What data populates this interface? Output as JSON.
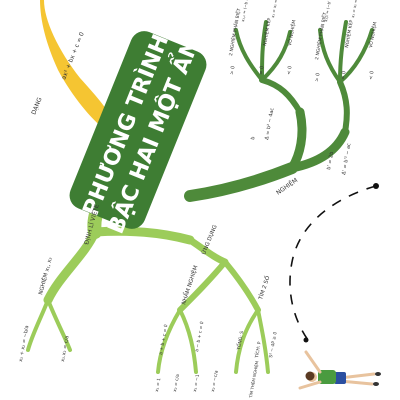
{
  "colors": {
    "title_bg": "#3e7d33",
    "dark_green": "#4e8a3a",
    "mid_green": "#7eb843",
    "light_green": "#b9dc7a",
    "yellow": "#f5c532",
    "text": "#333333"
  },
  "title": {
    "line1": "PHƯƠNG TRÌNH",
    "line2": "BẬC HAI MỘT ẨN"
  },
  "dang": {
    "label": "DẠNG",
    "formula": "ax² + bx + c = 0"
  },
  "nghiem": {
    "label": "NGHIỆM",
    "delta_formula": "Δ = b² − 4ac",
    "delta_prime_formula": "Δ' = b'² − ac",
    "b_label": "b",
    "b_prime_label": "b' = 2b",
    "gt0": "> 0",
    "gt0_b": "> 0",
    "eq0": "= 0",
    "eq0_b": "= 0",
    "lt0": "< 0",
    "lt0_b": "< 0",
    "two_roots": "2 NGHIỆM PHÂN BIỆT",
    "two_roots_b": "2 NGHIỆM PHÂN BIỆT",
    "double_root": "NGHIỆM KÉP",
    "double_root_b": "NGHIỆM KÉP",
    "no_root": "VÔ NGHIỆM",
    "no_root_b": "VÔ NGHIỆM",
    "f1": "x₁,₂ = (−b ± √Δ)/2a",
    "f2": "x₁ = x₂ = −b/2a",
    "f3": "x₁,₂ = (−b' ± √Δ')/a",
    "f4": "x₁ = x₂ = −b'/a"
  },
  "viete": {
    "label": "ĐỊNH LÍ VIÉTE",
    "nghiem_label": "NGHIỆM x₁, x₂",
    "sum": "x₁ + x₂ = −b/a",
    "product": "x₁.x₂ = c/a",
    "ung_dung": "ỨNG DỤNG",
    "nham_nghiem": "NHẨM NGHIỆM",
    "case1": "a + b + c = 0",
    "case2": "a − b + c = 0",
    "root1a": "x₁ = 1",
    "root1b": "x₂ = c/a",
    "root2a": "x₁ = −1",
    "root2b": "x₂ = −c/a",
    "tim_hai_so": "TÌM 2 SỐ",
    "tong": "TỔNG: S",
    "tich": "TÍCH: P",
    "ptrinh": "S² − 4P ≥ 0",
    "tim_them": "TÌM THÊM NGHIỆM"
  }
}
